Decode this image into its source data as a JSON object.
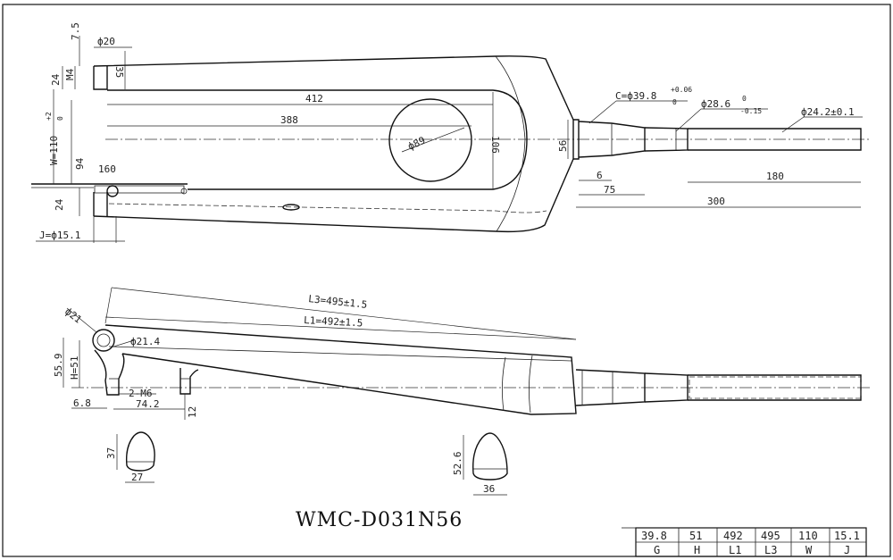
{
  "drawing": {
    "model_code": "WMC-D031N56",
    "top_view": {
      "dim_7_5": "7.5",
      "dim_phi20": "ф20",
      "dim_35": "35",
      "dim_M4": "M4",
      "dim_24_top": "24",
      "dim_412": "412",
      "dim_388": "388",
      "dim_phi89": "ф89",
      "dim_106": "106",
      "dim_W": "W=110",
      "dim_W_tol_up": "+2",
      "dim_W_tol_low": "0",
      "dim_94": "94",
      "dim_160": "160",
      "dim_24_bottom": "24",
      "dim_J": "J=ф15.1",
      "dim_56": "56",
      "dim_6": "6",
      "dim_75": "75",
      "dim_C": "C=ф39.8",
      "dim_C_tol_up": "+0.06",
      "dim_C_tol_low": "0",
      "dim_phi28_6": "ф28.6",
      "dim_phi28_6_tol_up": "0",
      "dim_phi28_6_tol_low": "-0.15",
      "dim_phi24_2": "ф24.2±0.1",
      "dim_180": "180",
      "dim_300": "300"
    },
    "side_view": {
      "dim_phi21": "ф21",
      "dim_L3": "L3=495±1.5",
      "dim_L1": "L1=492±1.5",
      "dim_phi21_4": "ф21.4",
      "dim_55_9": "55.9",
      "dim_H": "H=51",
      "dim_2_M6": "2-M6",
      "dim_6_8": "6.8",
      "dim_74_2": "74.2",
      "dim_12": "12"
    },
    "sections": {
      "left_height": "37",
      "left_width": "27",
      "right_height": "52.6",
      "right_width": "36"
    },
    "table": {
      "values": [
        "39.8",
        "51",
        "492",
        "495",
        "110",
        "15.1"
      ],
      "labels": [
        "G",
        "H",
        "L1",
        "L3",
        "W",
        "J"
      ]
    }
  }
}
